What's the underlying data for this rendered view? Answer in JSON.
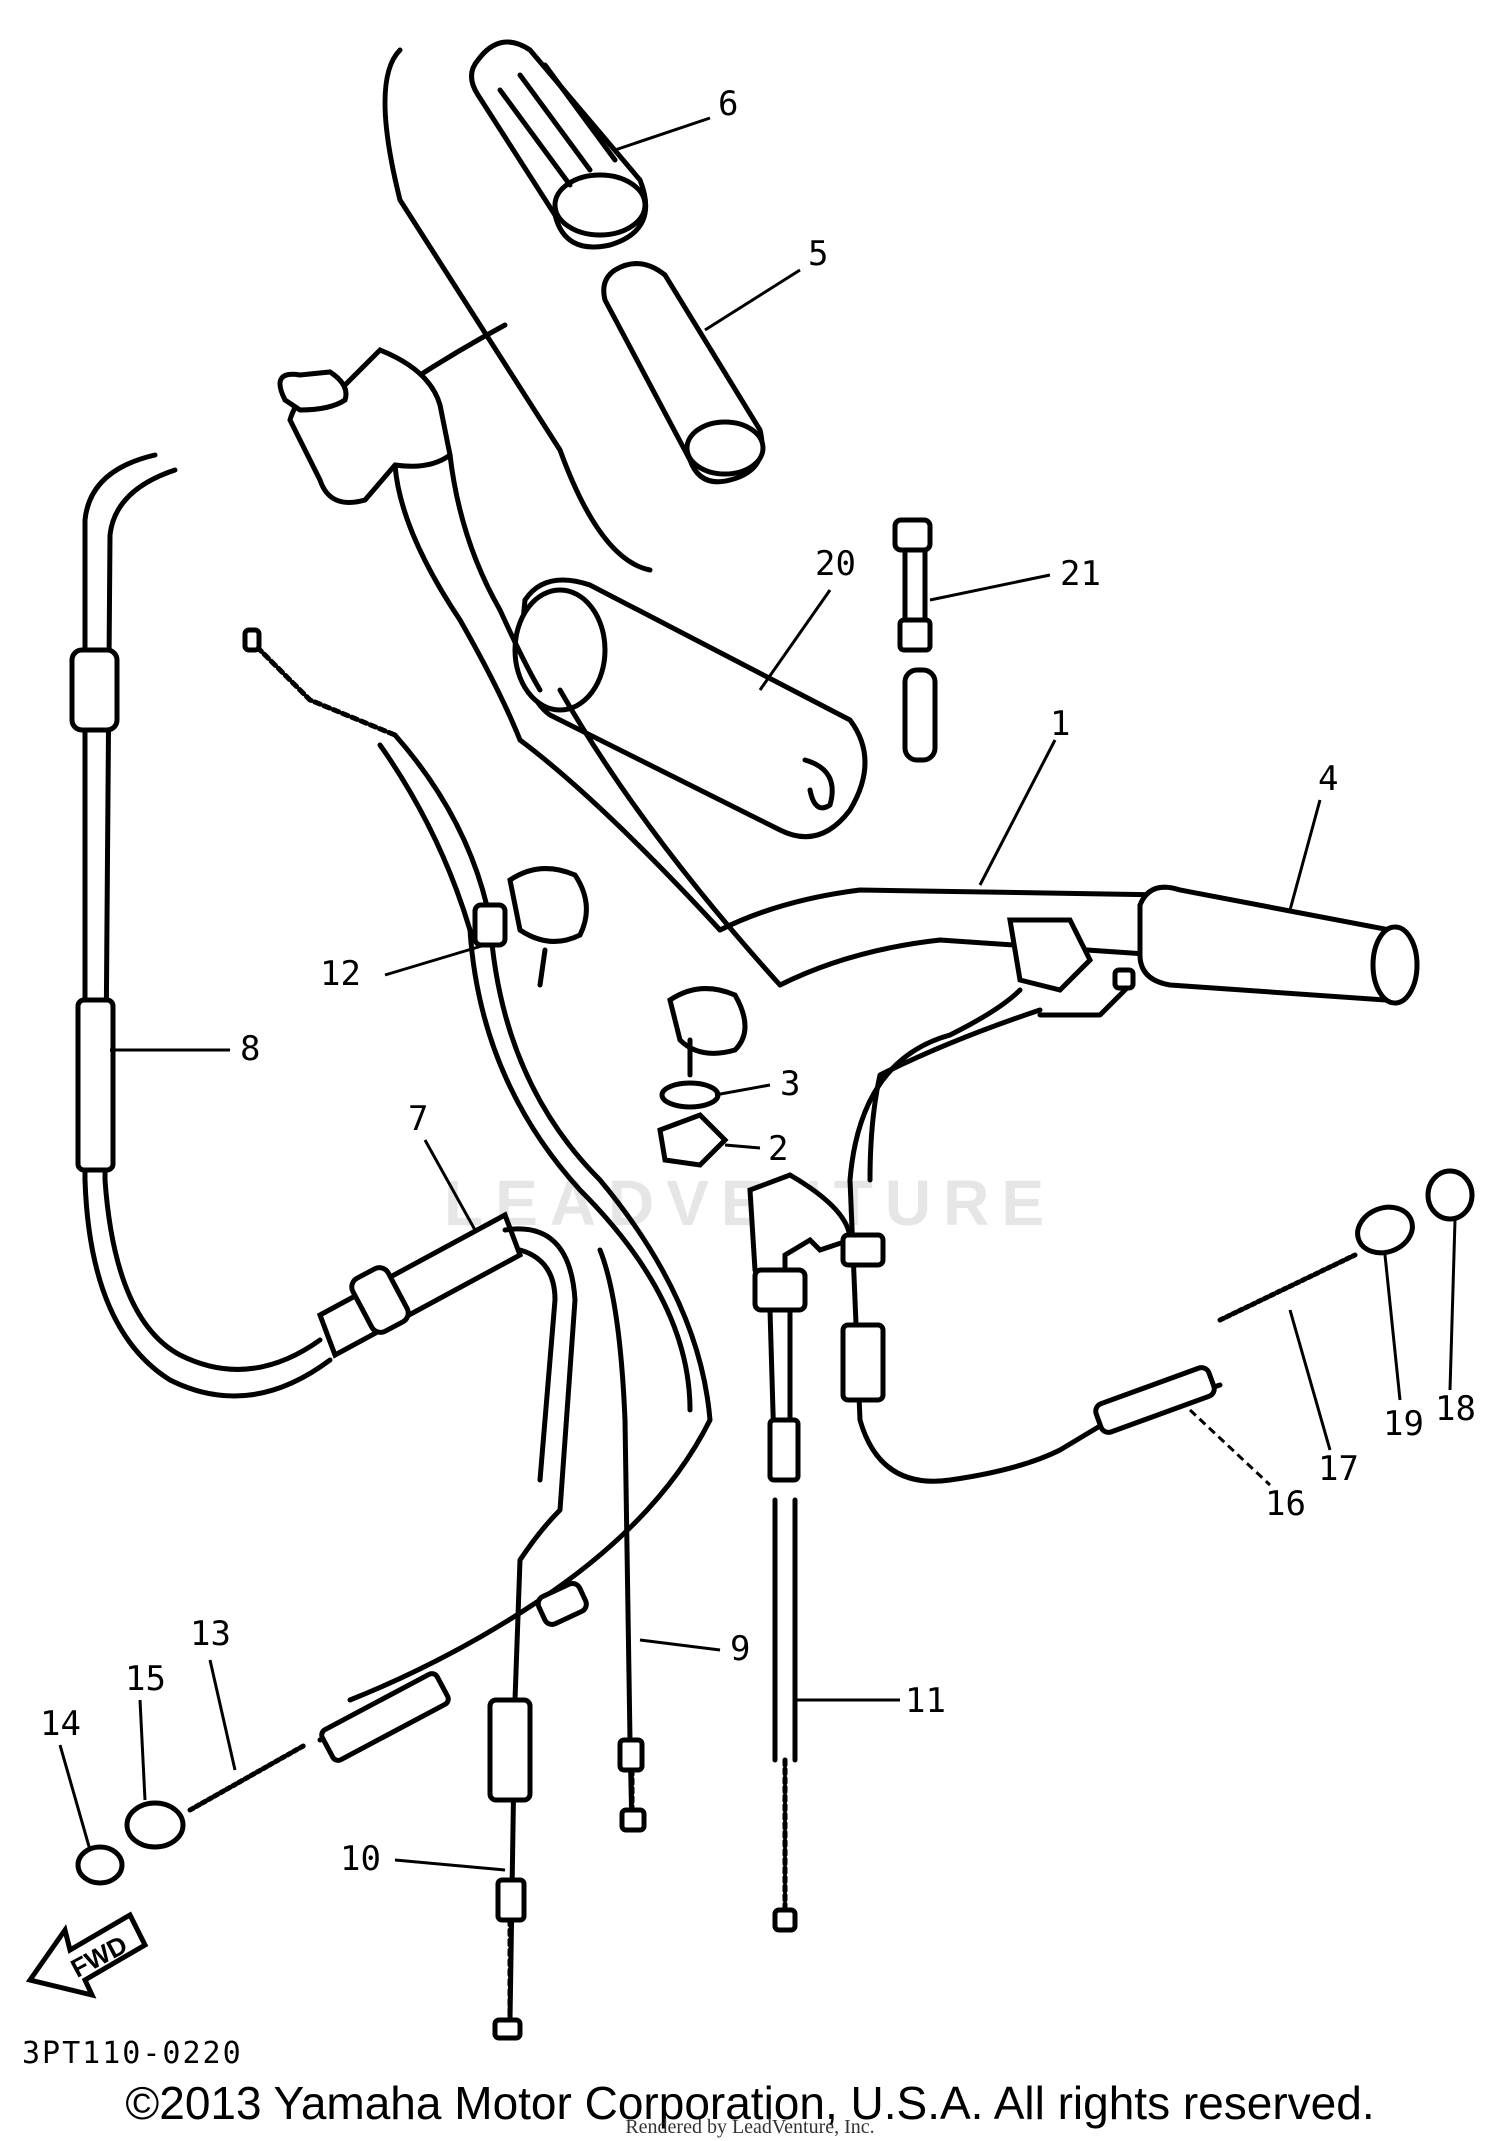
{
  "diagram": {
    "watermark": "LEADVENTURE",
    "part_labels": [
      {
        "id": "1",
        "text": "1"
      },
      {
        "id": "2",
        "text": "2"
      },
      {
        "id": "3",
        "text": "3"
      },
      {
        "id": "4",
        "text": "4"
      },
      {
        "id": "5",
        "text": "5"
      },
      {
        "id": "6",
        "text": "6"
      },
      {
        "id": "7",
        "text": "7"
      },
      {
        "id": "8",
        "text": "8"
      },
      {
        "id": "9",
        "text": "9"
      },
      {
        "id": "10",
        "text": "10"
      },
      {
        "id": "11",
        "text": "11"
      },
      {
        "id": "12",
        "text": "12"
      },
      {
        "id": "13",
        "text": "13"
      },
      {
        "id": "14",
        "text": "14"
      },
      {
        "id": "15",
        "text": "15"
      },
      {
        "id": "16",
        "text": "16"
      },
      {
        "id": "17",
        "text": "17"
      },
      {
        "id": "18",
        "text": "18"
      },
      {
        "id": "19",
        "text": "19"
      },
      {
        "id": "20",
        "text": "20"
      },
      {
        "id": "21",
        "text": "21"
      }
    ],
    "fwd_arrow_label": "FWD"
  },
  "footer": {
    "diagram_code": "3PT110-0220",
    "copyright": "©2013 Yamaha Motor Corporation, U.S.A. All rights reserved.",
    "rendered_by": "Rendered by LeadVenture, Inc."
  }
}
